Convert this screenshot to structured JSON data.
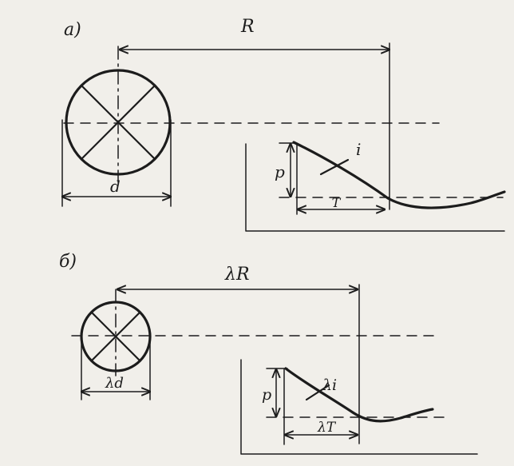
{
  "panel_a": {
    "tag": "a)",
    "distance_label": "R",
    "diameter_label": "d",
    "height_label": "p",
    "slope_label": "i",
    "duration_label": "T"
  },
  "panel_b": {
    "tag": "б)",
    "distance_label": "λR",
    "diameter_label": "λd",
    "height_label": "p",
    "slope_label": "λi",
    "duration_label": "λT"
  },
  "colors": {
    "paper": "#f1efea",
    "ink": "#1c1c1c"
  }
}
